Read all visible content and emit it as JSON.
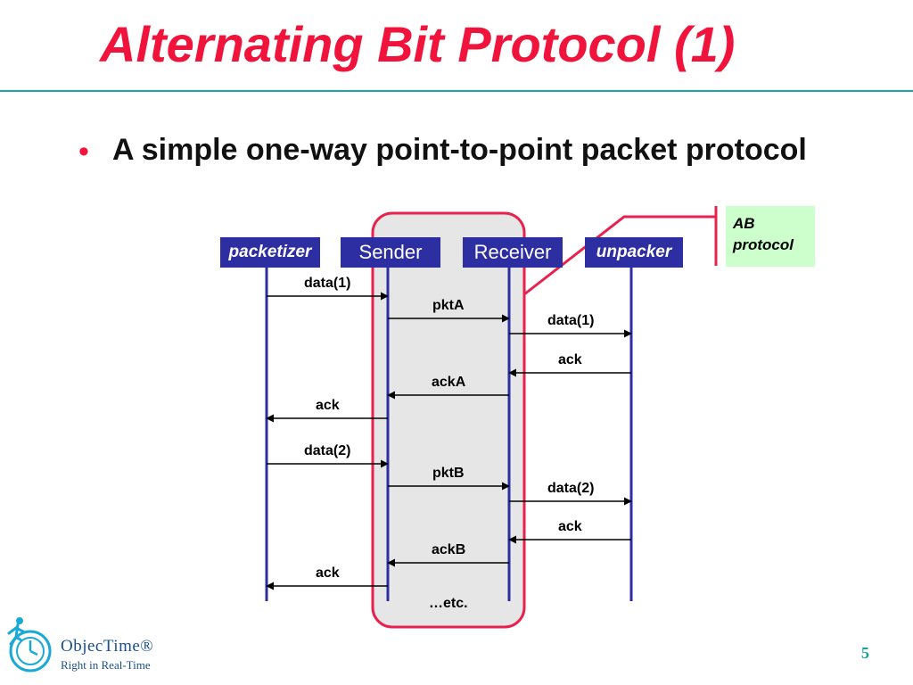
{
  "slide": {
    "title": "Alternating Bit Protocol (1)",
    "bullet": "A simple one-way point-to-point packet protocol",
    "page_number": "5"
  },
  "diagram": {
    "actors": [
      {
        "id": "packetizer",
        "label": "packetizer",
        "italic": true
      },
      {
        "id": "sender",
        "label": "Sender",
        "italic": false
      },
      {
        "id": "receiver",
        "label": "Receiver",
        "italic": false
      },
      {
        "id": "unpacker",
        "label": "unpacker",
        "italic": true
      }
    ],
    "callout": {
      "line1": "AB",
      "line2": "protocol"
    },
    "messages": [
      {
        "label": "data(1)",
        "from": "packetizer",
        "to": "sender"
      },
      {
        "label": "pktA",
        "from": "sender",
        "to": "receiver"
      },
      {
        "label": "data(1)",
        "from": "receiver",
        "to": "unpacker"
      },
      {
        "label": "ack",
        "from": "unpacker",
        "to": "receiver"
      },
      {
        "label": "ackA",
        "from": "receiver",
        "to": "sender"
      },
      {
        "label": "ack",
        "from": "sender",
        "to": "packetizer"
      },
      {
        "label": "data(2)",
        "from": "packetizer",
        "to": "sender"
      },
      {
        "label": "pktB",
        "from": "sender",
        "to": "receiver"
      },
      {
        "label": "data(2)",
        "from": "receiver",
        "to": "unpacker"
      },
      {
        "label": "ack",
        "from": "unpacker",
        "to": "receiver"
      },
      {
        "label": "ackB",
        "from": "receiver",
        "to": "sender"
      },
      {
        "label": "ack",
        "from": "sender",
        "to": "packetizer"
      }
    ],
    "footnote": "…etc.",
    "colors": {
      "lifeline": "#2e2ea3",
      "boundary": "#e8214e",
      "boundary_fill": "#e6e6e6",
      "callout_fill": "#ccffcc",
      "title": "#f0143c"
    }
  },
  "footer": {
    "logo_icon": "stopwatch-figure-icon",
    "brand": "ObjecTime®",
    "tagline": "Right in Real-Time"
  }
}
